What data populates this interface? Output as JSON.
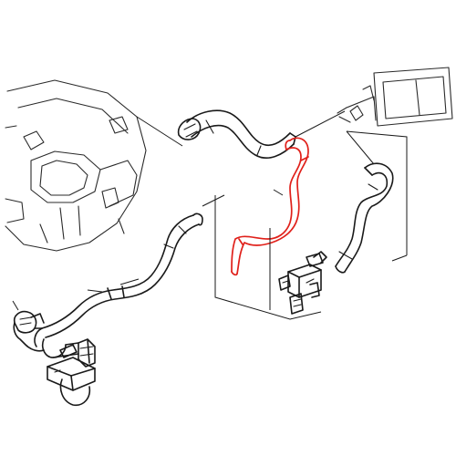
{
  "diagram": {
    "line_color": "#1a1a1a",
    "highlight_color": "#e0201a",
    "background_color": "#ffffff",
    "components": [
      {
        "id": "engine-block",
        "highlighted": false
      },
      {
        "id": "upper-hose",
        "highlighted": false
      },
      {
        "id": "center-hose",
        "highlighted": true
      },
      {
        "id": "return-hose",
        "highlighted": false
      },
      {
        "id": "supply-line",
        "highlighted": false
      },
      {
        "id": "heater-valve",
        "highlighted": false
      },
      {
        "id": "auxiliary-pump",
        "highlighted": false
      },
      {
        "id": "heater-core",
        "highlighted": false
      }
    ]
  }
}
